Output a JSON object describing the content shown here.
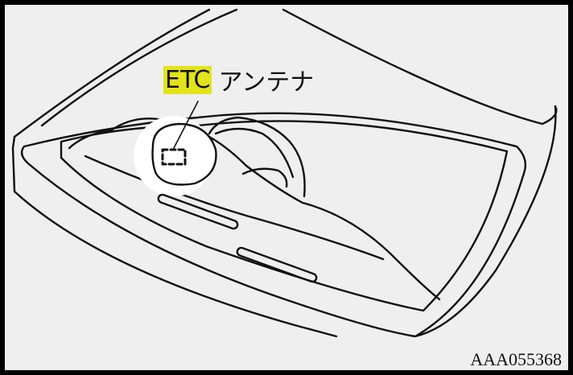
{
  "callout": {
    "highlight": "ETC",
    "label": "アンテナ"
  },
  "figure_code": "AAA055368",
  "colors": {
    "background": "#efefef",
    "highlight": "#e3e31b",
    "line": "#111111",
    "frame": "#000000"
  }
}
